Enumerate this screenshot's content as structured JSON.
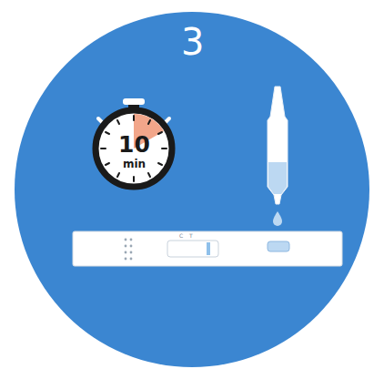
{
  "diagram": {
    "labels": [
      "3",
      "10",
      "min",
      "C",
      "T"
    ]
  }
}
